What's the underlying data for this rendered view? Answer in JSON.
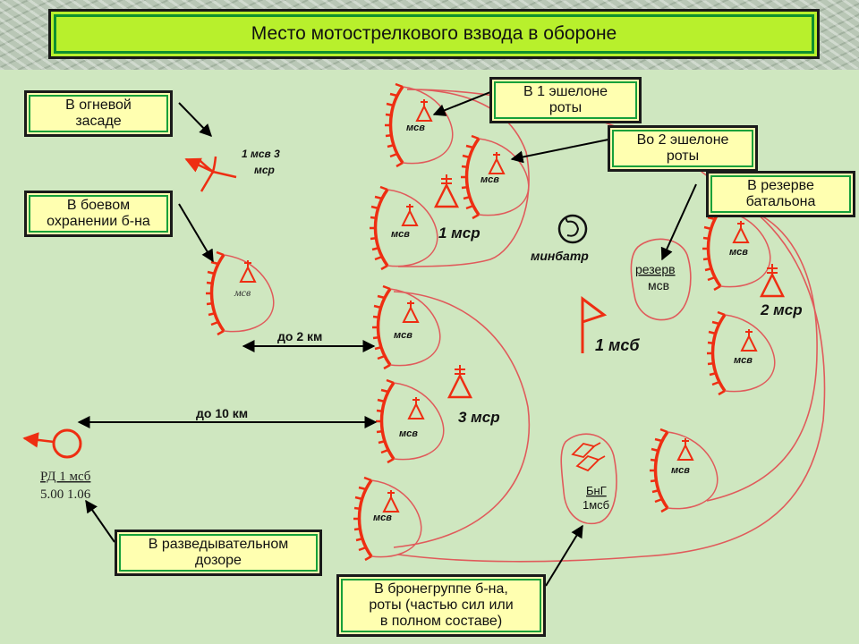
{
  "title": "Место мотострелкового взвода в обороне",
  "callouts": {
    "ambush": "В огневой\nзасаде",
    "outpost": "В боевом\nохранении б-на",
    "first_echelon": "В 1 эшелоне\nроты",
    "second_echelon": "Во 2 эшелоне\nроты",
    "reserve": "В резерве\nбатальона",
    "recon": "В разведывательном\nдозоре",
    "armor_group": "В бронегруппе б-на,\nроты (частью сил или\nв полном составе)"
  },
  "labels": {
    "msv": "мсв",
    "ambush_unit_line1": "1 мсв 3",
    "ambush_unit_line2": "мср",
    "company1": "1 мср",
    "company2": "2 мср",
    "company3": "3 мср",
    "battalion": "1 мсб",
    "mortar_battery": "минбатр",
    "reserve_word": "резерв",
    "reserve_unit": "мсв",
    "armor_group_line1": "БнГ",
    "armor_group_line2": "1мсб",
    "distance_2km": "до 2 км",
    "distance_10km": "до 10 км",
    "recon_unit": "РД 1 мсб",
    "recon_time": "5.00 1.06"
  },
  "colors": {
    "symbol_red": "#ee2e12",
    "boundary_red": "#e05b5b",
    "callout_fill": "#ffffb0",
    "title_fill": "#b8f02c",
    "map_background": "#cfe7c0"
  }
}
